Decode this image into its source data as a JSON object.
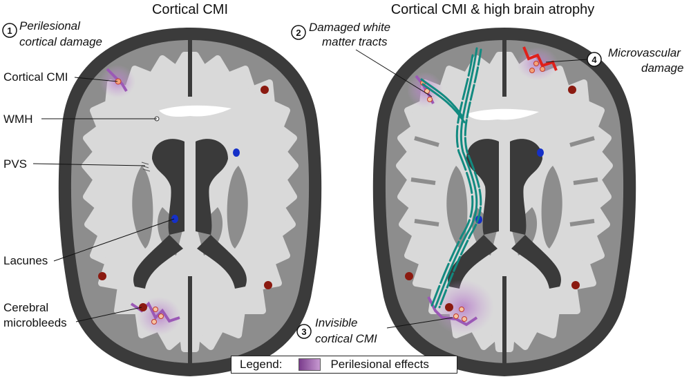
{
  "titles": {
    "left": "Cortical CMI",
    "right": "Cortical CMI & high brain atrophy"
  },
  "left_labels": {
    "num1": "1",
    "perilesional_line1": "Perilesional",
    "perilesional_line2": "cortical damage",
    "cortical_cmi": "Cortical CMI",
    "wmh": "WMH",
    "pvs": "PVS",
    "lacunes": "Lacunes",
    "cmb_line1": "Cerebral",
    "cmb_line2": "microbleeds"
  },
  "right_labels": {
    "num2": "2",
    "tracts_line1": "Damaged white",
    "tracts_line2": "matter tracts",
    "num4": "4",
    "micro_line1": "Microvascular",
    "micro_line2": "damage",
    "num3": "3",
    "invisible_line1": "Invisible",
    "invisible_line2": "cortical CMI"
  },
  "legend": {
    "label": "Legend:",
    "item": "Perilesional effects"
  },
  "colors": {
    "skull": "#3b3b3b",
    "gray_matter": "#8d8d8d",
    "white_matter": "#d9d9d9",
    "ventricle": "#3a3a3a",
    "perilesional": "#9b59b6",
    "microbleed": "#8b1a10",
    "lacune": "#1530c8",
    "tract": "#128a80",
    "microvascular": "#e0201a"
  }
}
